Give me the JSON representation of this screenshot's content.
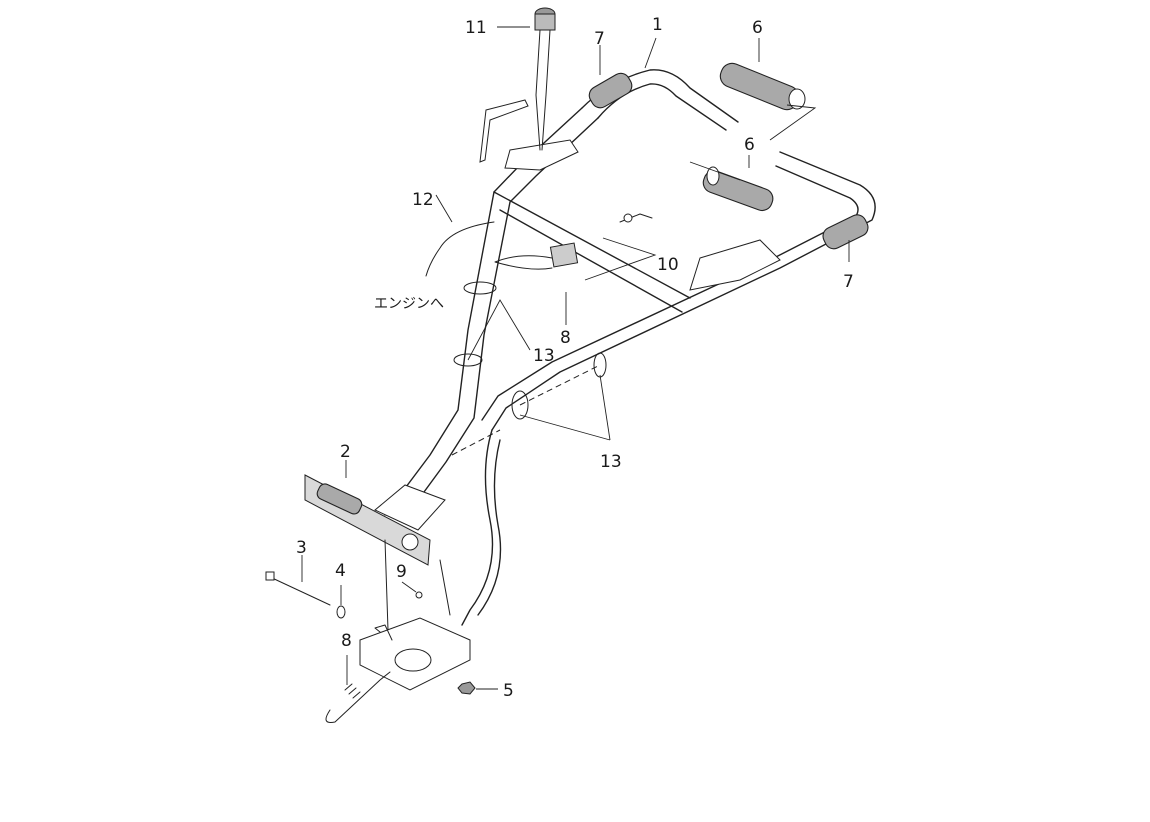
{
  "callouts": {
    "c1": "1",
    "c2": "2",
    "c3": "3",
    "c4": "4",
    "c5": "5",
    "c6a": "6",
    "c6b": "6",
    "c7a": "7",
    "c7b": "7",
    "c8a": "8",
    "c8b": "8",
    "c9": "9",
    "c10": "10",
    "c11": "11",
    "c12": "12",
    "c13a": "13",
    "c13b": "13"
  },
  "engine_note": "エンジンへ"
}
